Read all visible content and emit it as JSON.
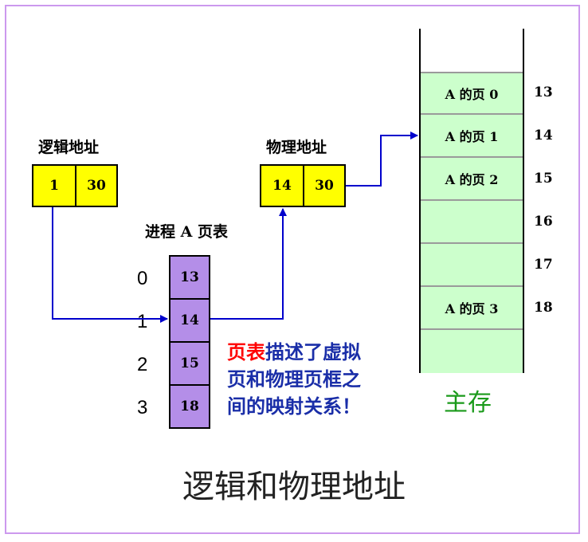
{
  "logical_address": {
    "label": "逻辑地址",
    "page": "1",
    "offset": "30"
  },
  "physical_address": {
    "label": "物理地址",
    "frame": "14",
    "offset": "30"
  },
  "page_table": {
    "title": "进程 A 页表",
    "indices": [
      "0",
      "1",
      "2",
      "3"
    ],
    "frames": [
      "13",
      "14",
      "15",
      "18"
    ]
  },
  "memory": {
    "label": "主存",
    "blocks": [
      {
        "content": "A 的页 0",
        "number": "13"
      },
      {
        "content": "A 的页 1",
        "number": "14"
      },
      {
        "content": "A 的页 2",
        "number": "15"
      },
      {
        "content": "",
        "number": "16"
      },
      {
        "content": "",
        "number": "17"
      },
      {
        "content": "A 的页 3",
        "number": "18"
      }
    ]
  },
  "note": {
    "highlight": "页表",
    "line1_rest": "描述了虚拟",
    "line2": "页和物理页框之",
    "line3": "间的映射关系！"
  },
  "caption": "逻辑和物理地址",
  "colors": {
    "arrow": "#0000cc",
    "address_cell": "#ffff00",
    "page_table_cell": "#b48ee8",
    "memory_block": "#ccffcc",
    "note_highlight": "#ff0000",
    "note_text": "#1a2ea8",
    "memory_label": "#1a9a1a",
    "frame_border": "#cc99ee"
  }
}
